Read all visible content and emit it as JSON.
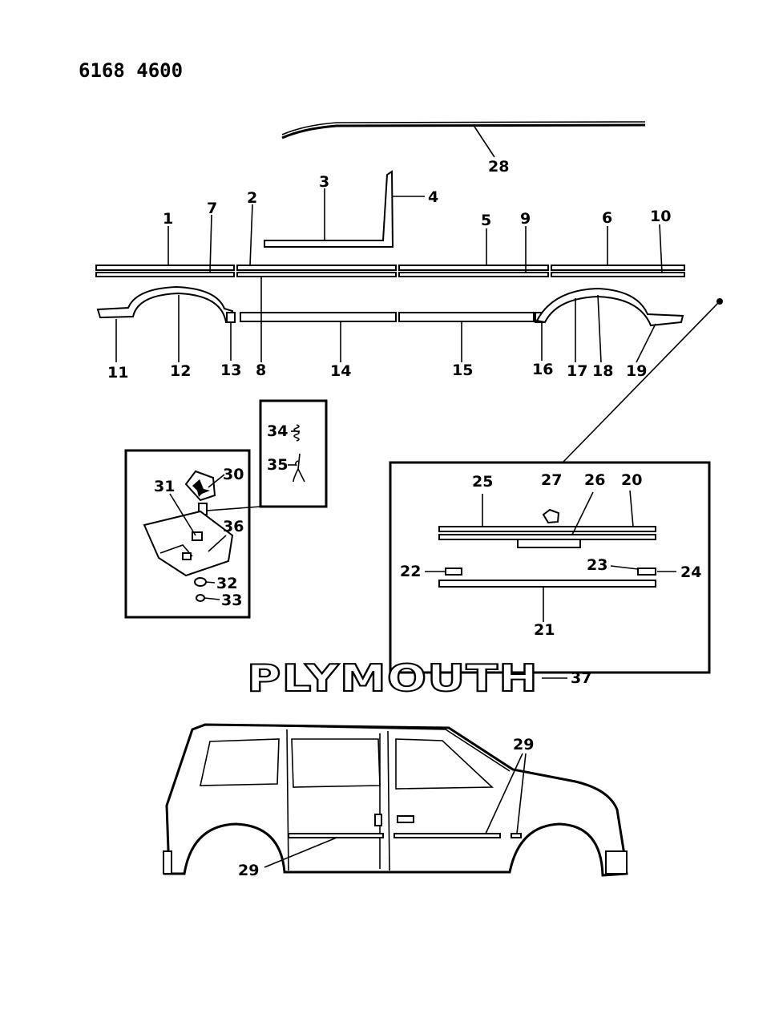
{
  "document_number": "6168 4600",
  "brand_emblem_text": "PLYMOUTH",
  "callouts": {
    "c1": "1",
    "c2": "2",
    "c3": "3",
    "c4": "4",
    "c5": "5",
    "c6": "6",
    "c7": "7",
    "c8": "8",
    "c9": "9",
    "c10": "10",
    "c11": "11",
    "c12": "12",
    "c13": "13",
    "c14": "14",
    "c15": "15",
    "c16": "16",
    "c17": "17",
    "c18": "18",
    "c19": "19",
    "c20": "20",
    "c21": "21",
    "c22": "22",
    "c23": "23",
    "c24": "24",
    "c25": "25",
    "c26": "26",
    "c27": "27",
    "c28": "28",
    "c29a": "29",
    "c29b": "29",
    "c30": "30",
    "c31": "31",
    "c32": "32",
    "c33": "33",
    "c34": "34",
    "c35": "35",
    "c36": "36",
    "c37": "37"
  }
}
